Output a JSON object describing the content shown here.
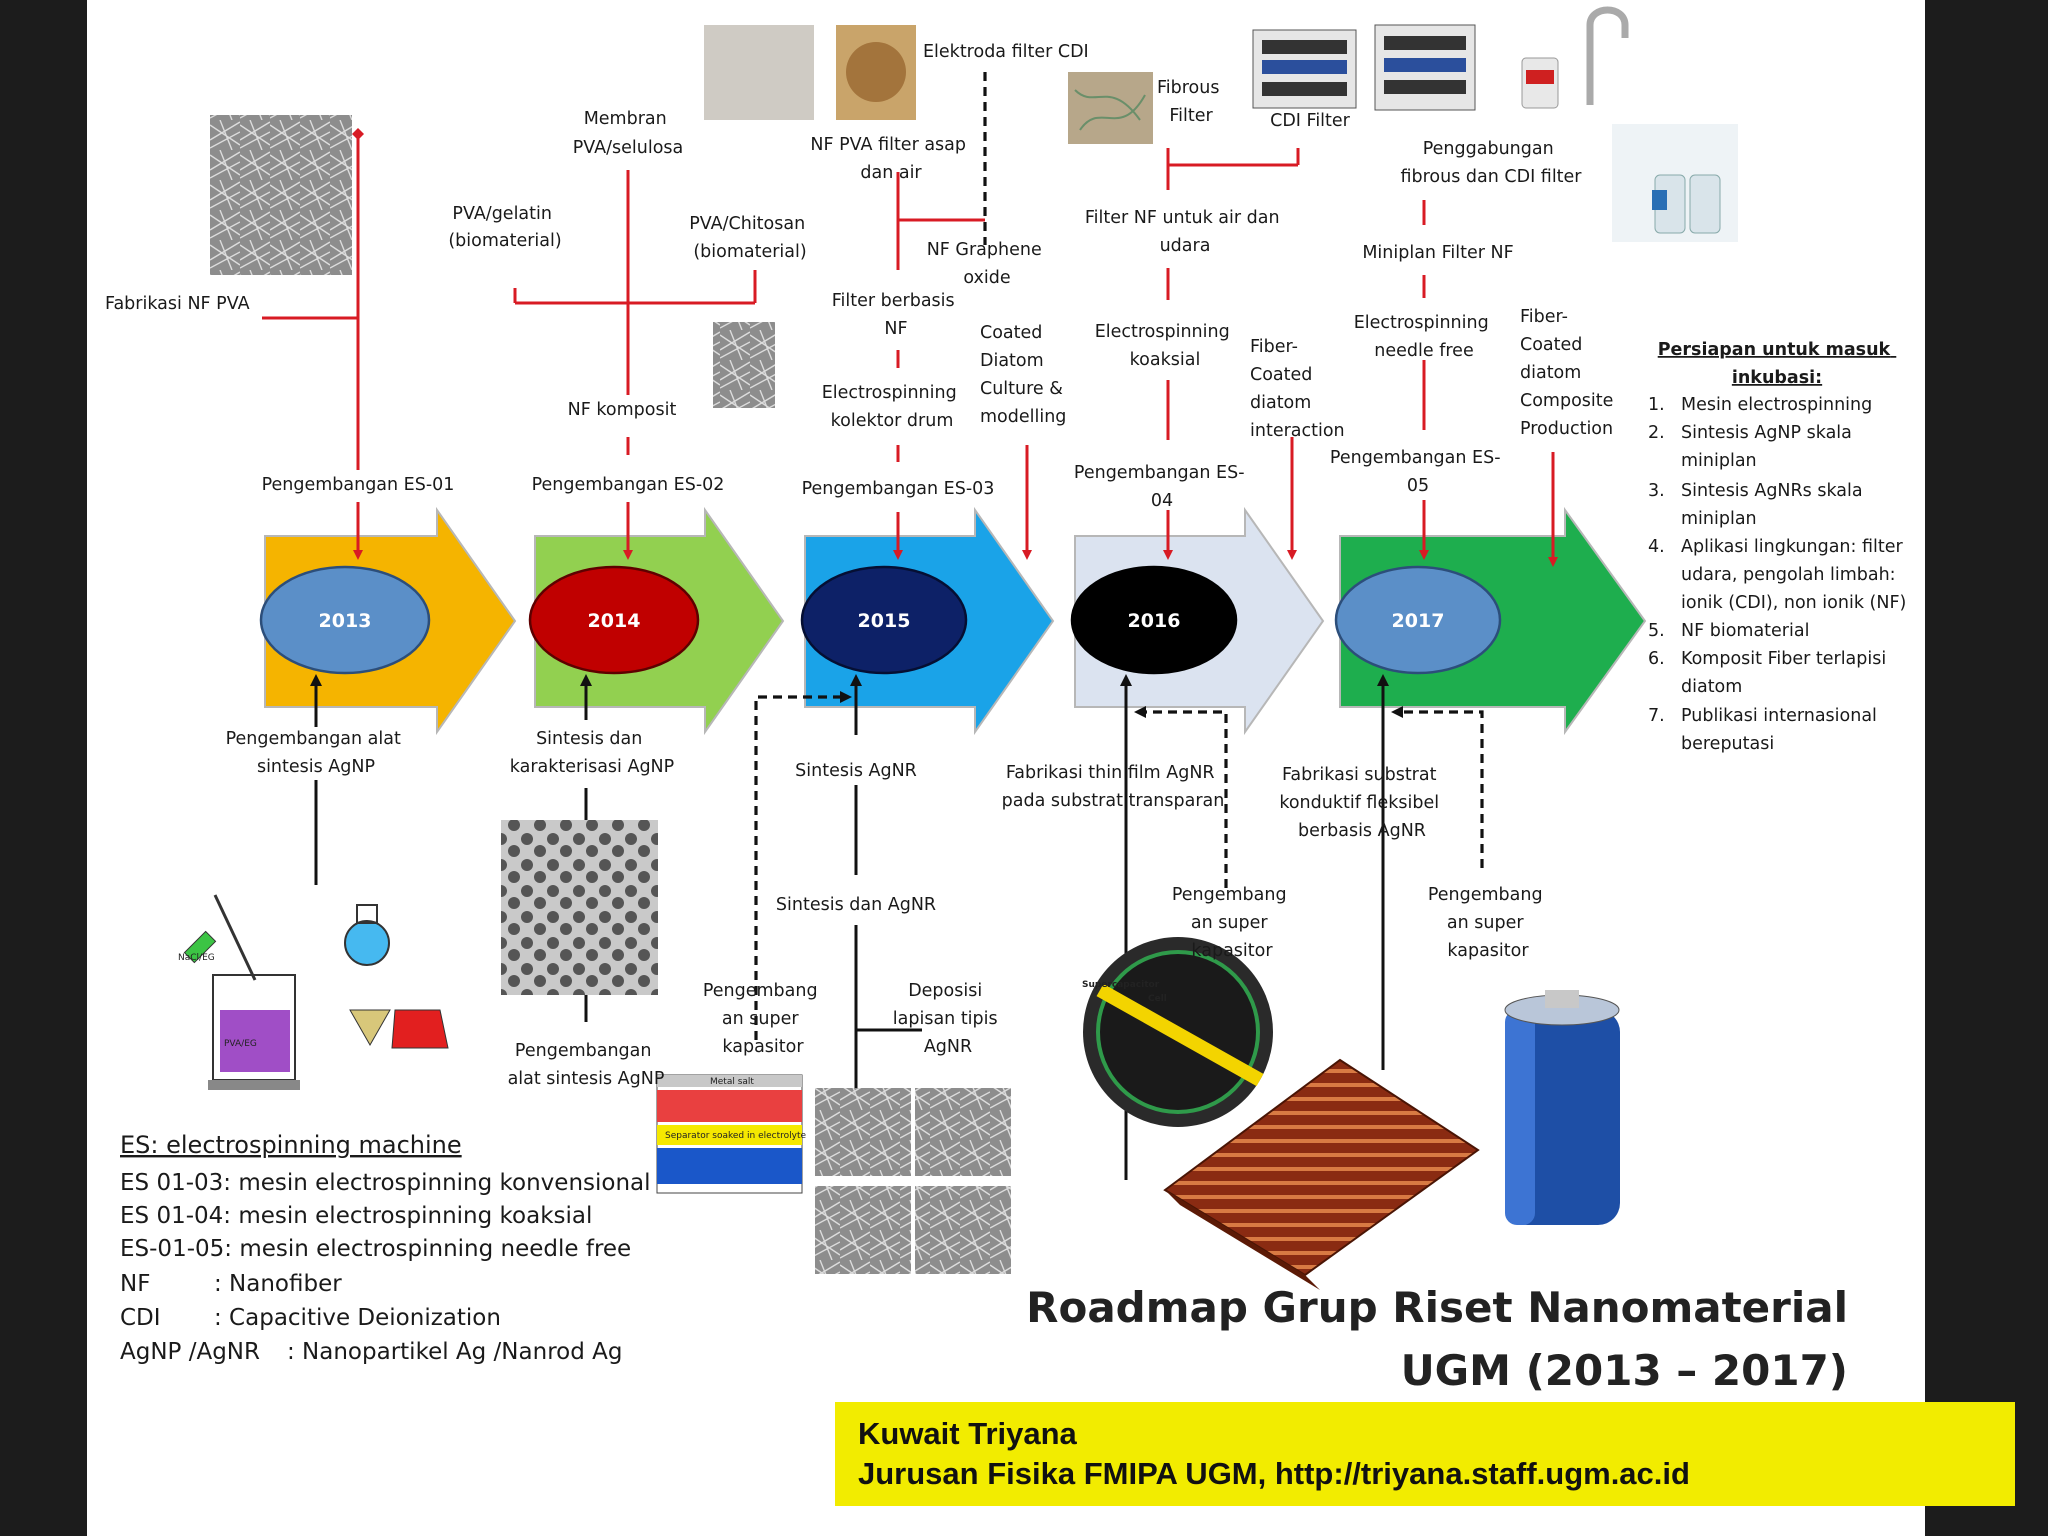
{
  "years": [
    "2013",
    "2014",
    "2015",
    "2016",
    "2017"
  ],
  "colors": {
    "red_line": "#d81b24",
    "ellipse_2013": "#5b8fc8",
    "ellipse_2014": "#c00000",
    "ellipse_2015": "#0d2167",
    "ellipse_2016": "#000000",
    "ellipse_2017": "#5b8fc8",
    "arrow_2013": "#f5b400",
    "arrow_2014": "#92d050",
    "arrow_2015": "#1aa3e8",
    "arrow_2016": "#dbe3f0",
    "arrow_2017": "#1eae4e",
    "footer": "#f2ec00"
  },
  "top": {
    "fabrikasi_nf_pva": "Fabrikasi  NF PVA",
    "es01": "Pengembangan ES-01",
    "pva_gelatin": [
      "PVA/gelatin",
      "(biomaterial)"
    ],
    "membran": [
      "Membran",
      "PVA/selulosa"
    ],
    "pva_chitosan": [
      "PVA/Chitosan",
      "(biomaterial)"
    ],
    "nf_komposit": "NF komposit",
    "es02": "Pengembangan ES-02",
    "elektroda": "Elektroda filter CDI",
    "nf_pva_filter": [
      "NF PVA filter asap",
      "dan air"
    ],
    "nf_graphene": [
      "NF Graphene",
      "oxide"
    ],
    "filter_berbasis": [
      "Filter berbasis",
      "NF"
    ],
    "coated_diatom": [
      "Coated",
      "Diatom",
      "Culture &",
      "modelling"
    ],
    "es_kolektor": [
      "Electrospinning",
      "kolektor drum"
    ],
    "es03": "Pengembangan ES-03",
    "fibrous_filter": [
      "Fibrous",
      "Filter"
    ],
    "cdi_filter": "CDI Filter",
    "filter_nf_air": [
      "Filter  NF untuk air dan",
      "udara"
    ],
    "es_koaksial": [
      "Electrospinning",
      "koaksial"
    ],
    "fiber_coated_interaction": [
      "Fiber-",
      "Coated",
      "diatom",
      "interaction"
    ],
    "es04": [
      "Pengembangan ES-",
      "04"
    ],
    "penggabungan": [
      "Penggabungan",
      "fibrous dan CDI filter"
    ],
    "miniplan": "Miniplan Filter NF",
    "es_needle": [
      "Electrospinning",
      "needle free"
    ],
    "fiber_coated_composite": [
      "Fiber-",
      "Coated",
      "diatom",
      "Composite",
      "Production"
    ],
    "es05": [
      "Pengembangan ES-",
      "05"
    ]
  },
  "bottom": {
    "alat_agnp": [
      "Pengembangan alat",
      "sintesis AgNP"
    ],
    "sintesis_karakterisasi": [
      "Sintesis dan",
      "karakterisasi AgNP"
    ],
    "pengembangan_alat_2": [
      "Pengembangan",
      "alat sintesis AgNP"
    ],
    "sintesis_agnr": "Sintesis AgNR",
    "sintesis_dan_agnr": "Sintesis dan AgNR",
    "super_kapasitor_1": [
      "Pengembang",
      "an super",
      "kapasitor"
    ],
    "deposisi": [
      "Deposisi",
      "lapisan tipis",
      "AgNR"
    ],
    "thin_film": [
      "Fabrikasi thin film AgNR",
      "pada substrat transparan"
    ],
    "super_kapasitor_2": [
      "Pengembang",
      "an super",
      "kapasitor"
    ],
    "substrat_konduktif": [
      "Fabrikasi substrat",
      "konduktif fleksibel",
      "berbasis  AgNR"
    ],
    "super_kapasitor_3": [
      "Pengembang",
      "an super",
      "kapasitor"
    ]
  },
  "inkubasi": {
    "heading": [
      "Persiapan untuk masuk",
      "inkubasi:"
    ],
    "items": [
      {
        "num": "1.",
        "lines": [
          "Mesin electrospinning"
        ]
      },
      {
        "num": "2.",
        "lines": [
          " Sintesis AgNP skala",
          "miniplan"
        ]
      },
      {
        "num": "3.",
        "lines": [
          " Sintesis AgNRs skala",
          "miniplan"
        ]
      },
      {
        "num": "4.",
        "lines": [
          "Aplikasi lingkungan: filter",
          "udara, pengolah limbah:",
          "ionik (CDI), non ionik (NF)"
        ]
      },
      {
        "num": "5.",
        "lines": [
          "NF biomaterial"
        ]
      },
      {
        "num": "6.",
        "lines": [
          "Komposit Fiber terlapisi",
          "diatom"
        ]
      },
      {
        "num": "7.",
        "lines": [
          "Publikasi internasional",
          "bereputasi"
        ]
      }
    ]
  },
  "legend": {
    "heading": "ES: electrospinning machine",
    "rows": [
      "ES 01-03: mesin electrospinning konvensional",
      "ES 01-04: mesin electrospinning koaksial",
      "ES-01-05: mesin electrospinning needle free"
    ],
    "abbrevs": [
      {
        "term": "NF",
        "def": ": Nanofiber"
      },
      {
        "term": "CDI",
        "def": ": Capacitive Deionization"
      },
      {
        "term": "AgNP /AgNR",
        "def": ": Nanopartikel Ag /Nanrod Ag"
      }
    ]
  },
  "image_labels": {
    "metal_salt": "Metal salt",
    "separator": "Separator soaked in electrolyte",
    "supercap_cell": [
      "Supercapacitor",
      "Cell"
    ]
  },
  "title": [
    "Roadmap Grup Riset Nanomaterial",
    "UGM (2013 – 2017)"
  ],
  "footer": {
    "name": "Kuwait Triyana",
    "affiliation": "Jurusan Fisika FMIPA UGM, http://triyana.staff.ugm.ac.id"
  }
}
